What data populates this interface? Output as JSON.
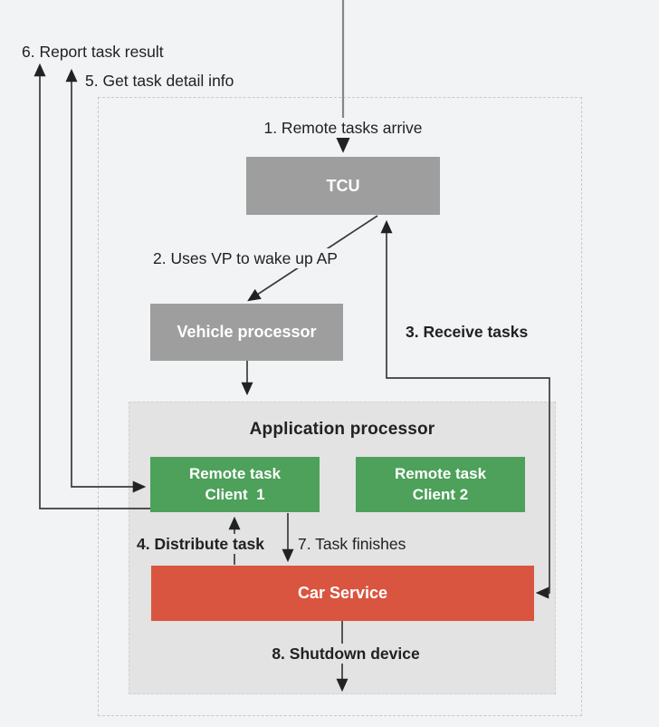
{
  "diagram_name": "remote-task-flow",
  "nodes": {
    "tcu": {
      "label": "TCU"
    },
    "vehicle_processor": {
      "label": "Vehicle processor"
    },
    "application_processor": {
      "title": "Application processor"
    },
    "remote_task_client_1": {
      "line1": "Remote task",
      "line2": "Client  1"
    },
    "remote_task_client_2": {
      "line1": "Remote task",
      "line2": "Client 2"
    },
    "car_service": {
      "label": "Car Service"
    }
  },
  "labels": {
    "step1": "1. Remote tasks arrive",
    "step2": "2. Uses VP to wake up AP",
    "step3": "3. Receive tasks",
    "step4": "4. Distribute task",
    "step5": "5. Get task detail info",
    "step6": "6. Report task result",
    "step7": "7. Task finishes",
    "step8": "8. Shutdown device"
  },
  "colors": {
    "background": "#F1F3F4",
    "processor_box": "#9E9E9E",
    "client_box": "#4DA15A",
    "car_service_box": "#D95540",
    "app_processor_fill": "#E2E3E2",
    "app_processor_border": "#D0D2D2",
    "outer_border": "#C7C9CA",
    "arrow": "#3A3B3D",
    "arrow_head": "#212224",
    "feed_line": "#85888B",
    "text": "#202124",
    "box_text": "#FFFFFF"
  }
}
